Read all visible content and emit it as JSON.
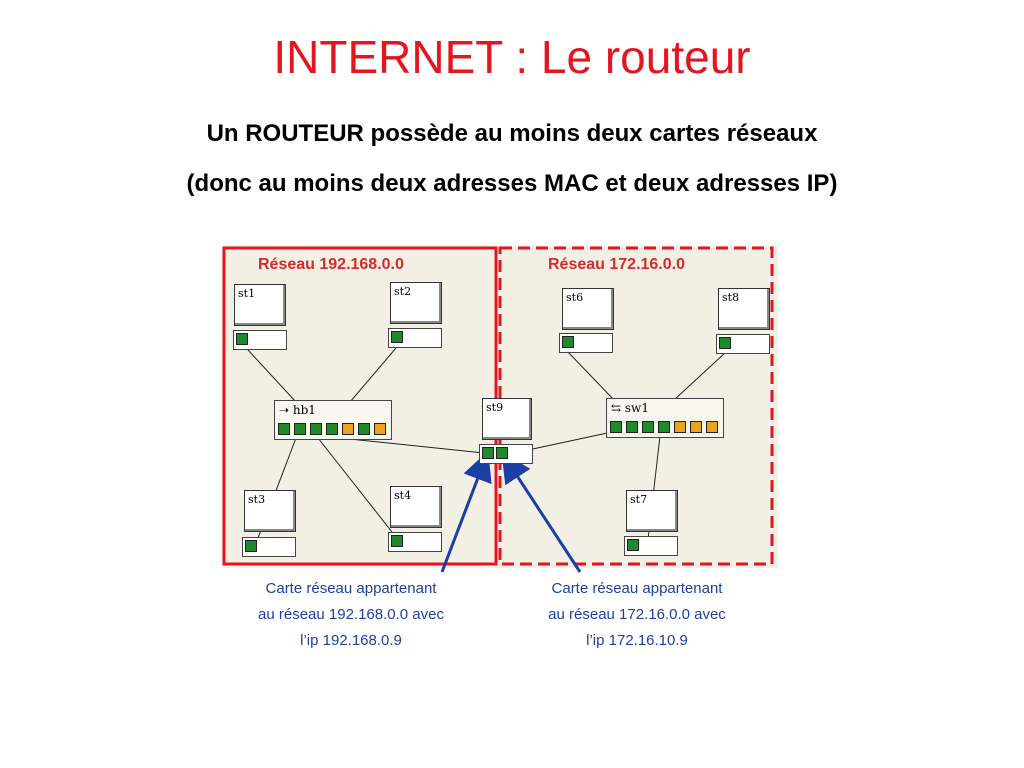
{
  "slide": {
    "title": "INTERNET : Le routeur",
    "subtitle_line1": "Un ROUTEUR possède au moins deux cartes réseaux",
    "subtitle_line2": "(donc au moins deux adresses MAC et deux adresses IP)"
  },
  "diagram": {
    "network_left_label": "Réseau 192.168.0.0",
    "network_right_label": "Réseau 172.16.0.0",
    "colors": {
      "left_border": "#e3161f",
      "right_border": "#e3161f",
      "port_green": "#1d8b2d",
      "port_orange": "#f0a21c",
      "arrow": "#1c3fa6"
    },
    "stations": {
      "st1": "st1",
      "st2": "st2",
      "st3": "st3",
      "st4": "st4",
      "st6": "st6",
      "st7": "st7",
      "st8": "st8",
      "st9": "st9"
    },
    "hub_label": "hb1",
    "switch_label": "sw1",
    "hub_icon": "arrow-right-icon",
    "switch_icon": "swap-arrows-icon"
  },
  "captions": {
    "left": {
      "line1": "Carte réseau appartenant",
      "line2": "au réseau 192.168.0.0  avec",
      "line3": "l’ip 192.168.0.9"
    },
    "right": {
      "line1": "Carte réseau appartenant",
      "line2": "au réseau 172.16.0.0  avec",
      "line3": "l’ip 172.16.10.9"
    }
  }
}
